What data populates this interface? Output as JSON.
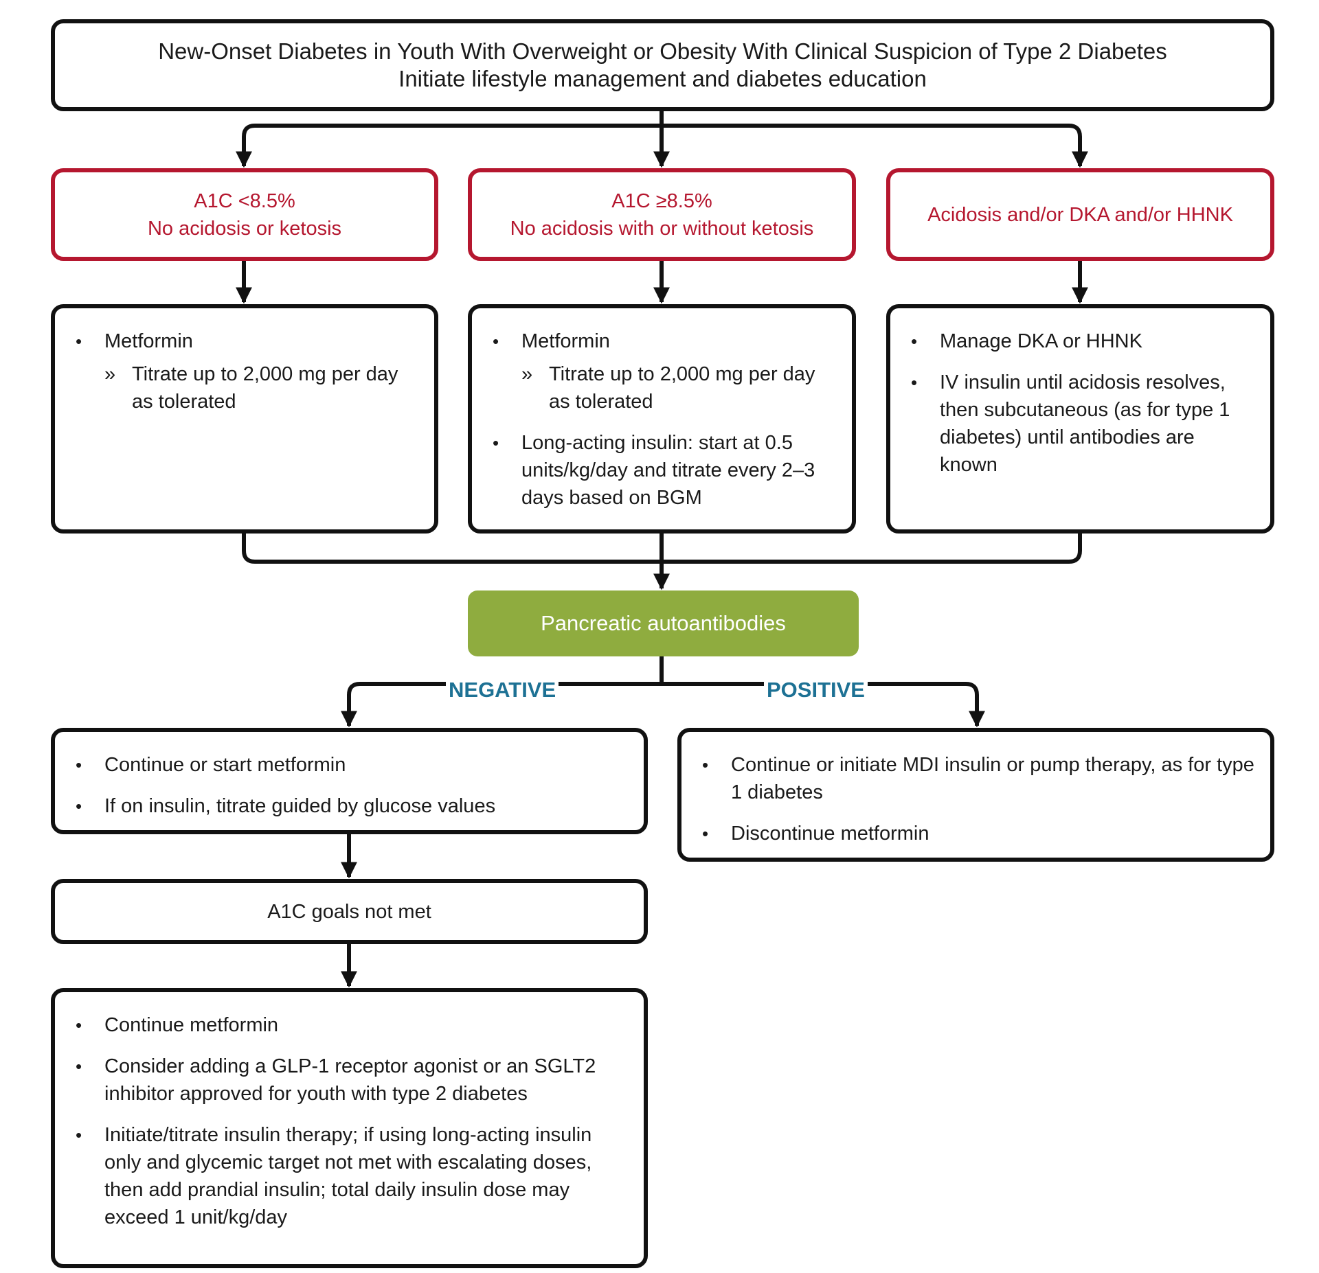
{
  "header": {
    "title": "New-Onset Diabetes in Youth With Overweight or Obesity With Clinical Suspicion of Type 2 Diabetes",
    "subtitle": "Initiate lifestyle management and diabetes education"
  },
  "branches": {
    "low_a1c": {
      "line1": "A1C <8.5%",
      "line2": "No acidosis or ketosis"
    },
    "high_a1c": {
      "line1": "A1C ≥8.5%",
      "line2": "No acidosis with or without ketosis"
    },
    "dka": {
      "line1": "Acidosis and/or DKA and/or HHNK"
    }
  },
  "treatments": {
    "low": {
      "item1": "Metformin",
      "item1_sub": "Titrate up to 2,000 mg per day as tolerated"
    },
    "high": {
      "item1": "Metformin",
      "item1_sub": "Titrate up to 2,000 mg per day as tolerated",
      "item2": "Long-acting insulin: start at 0.5 units/kg/day and titrate every 2–3 days based on BGM"
    },
    "dka": {
      "item1": "Manage DKA or HHNK",
      "item2": "IV insulin until acidosis resolves, then subcutaneous (as for type 1 diabetes) until antibodies are known"
    }
  },
  "antibodies": {
    "label": "Pancreatic autoantibodies"
  },
  "edges": {
    "negative": "NEGATIVE",
    "positive": "POSITIVE"
  },
  "negative_box": {
    "item1": "Continue or start metformin",
    "item2": "If on insulin, titrate guided by glucose values"
  },
  "positive_box": {
    "item1": "Continue or initiate MDI insulin or pump therapy, as for type 1 diabetes",
    "item2": "Discontinue metformin"
  },
  "goals": {
    "label": "A1C goals not met"
  },
  "final_box": {
    "item1": "Continue metformin",
    "item2": "Consider adding a GLP-1 receptor agonist or an SGLT2 inhibitor approved for youth with type 2 diabetes",
    "item3": "Initiate/titrate insulin therapy; if using long-acting insulin only and glycemic target not met with escalating doses, then add prandial insulin; total daily insulin dose may exceed 1 unit/kg/day"
  },
  "colors": {
    "red": "#b5172f",
    "green": "#8fac3f",
    "blue": "#1d7194",
    "black": "#111111"
  }
}
